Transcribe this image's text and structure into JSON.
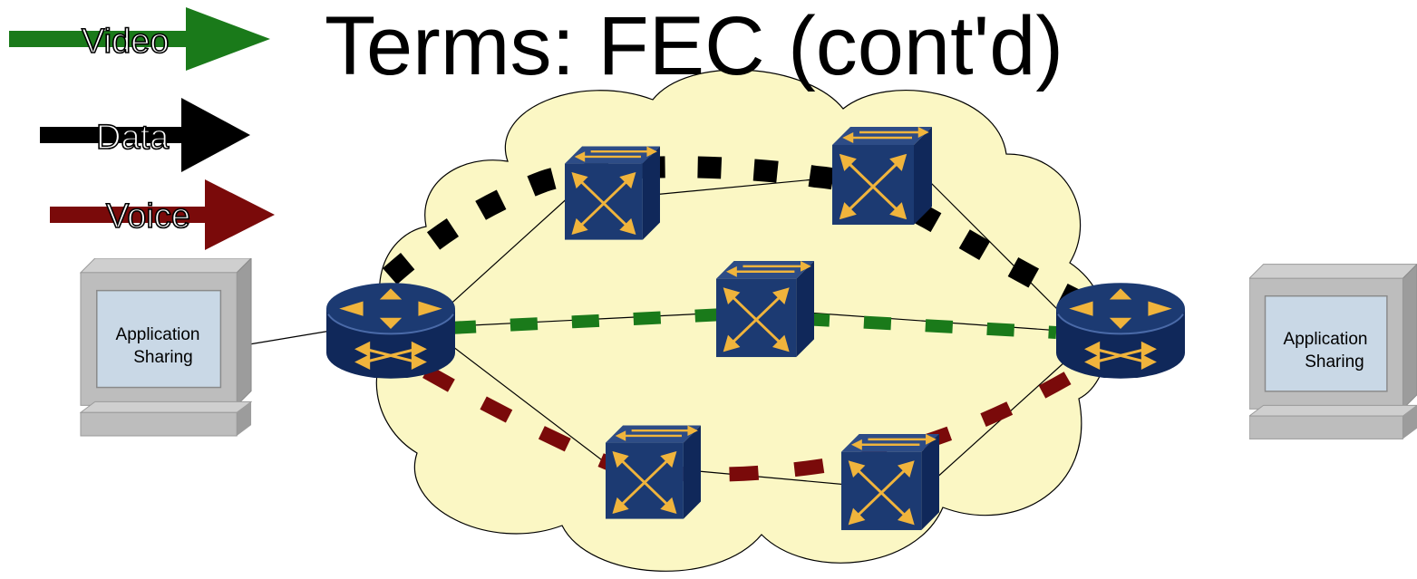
{
  "slide": {
    "title": "Terms: FEC (cont'd)"
  },
  "legend": [
    {
      "label": "Video",
      "color": "#1a7a1a"
    },
    {
      "label": "Data",
      "color": "#000000"
    },
    {
      "label": "Voice",
      "color": "#7a0a0a"
    }
  ],
  "computers": {
    "left": {
      "line1": "Application",
      "line2": "Sharing"
    },
    "right": {
      "line1": "Application",
      "line2": "Sharing"
    }
  },
  "colors": {
    "cloud": "#fbf7c4",
    "device": "#1c3a72",
    "device_arrow": "#f0b43c",
    "video": "#1a7a1a",
    "data": "#000000",
    "voice": "#7a0a0a"
  },
  "icons": {
    "router": "router-icon",
    "switch": "atm-switch-icon",
    "computer": "computer-icon"
  }
}
